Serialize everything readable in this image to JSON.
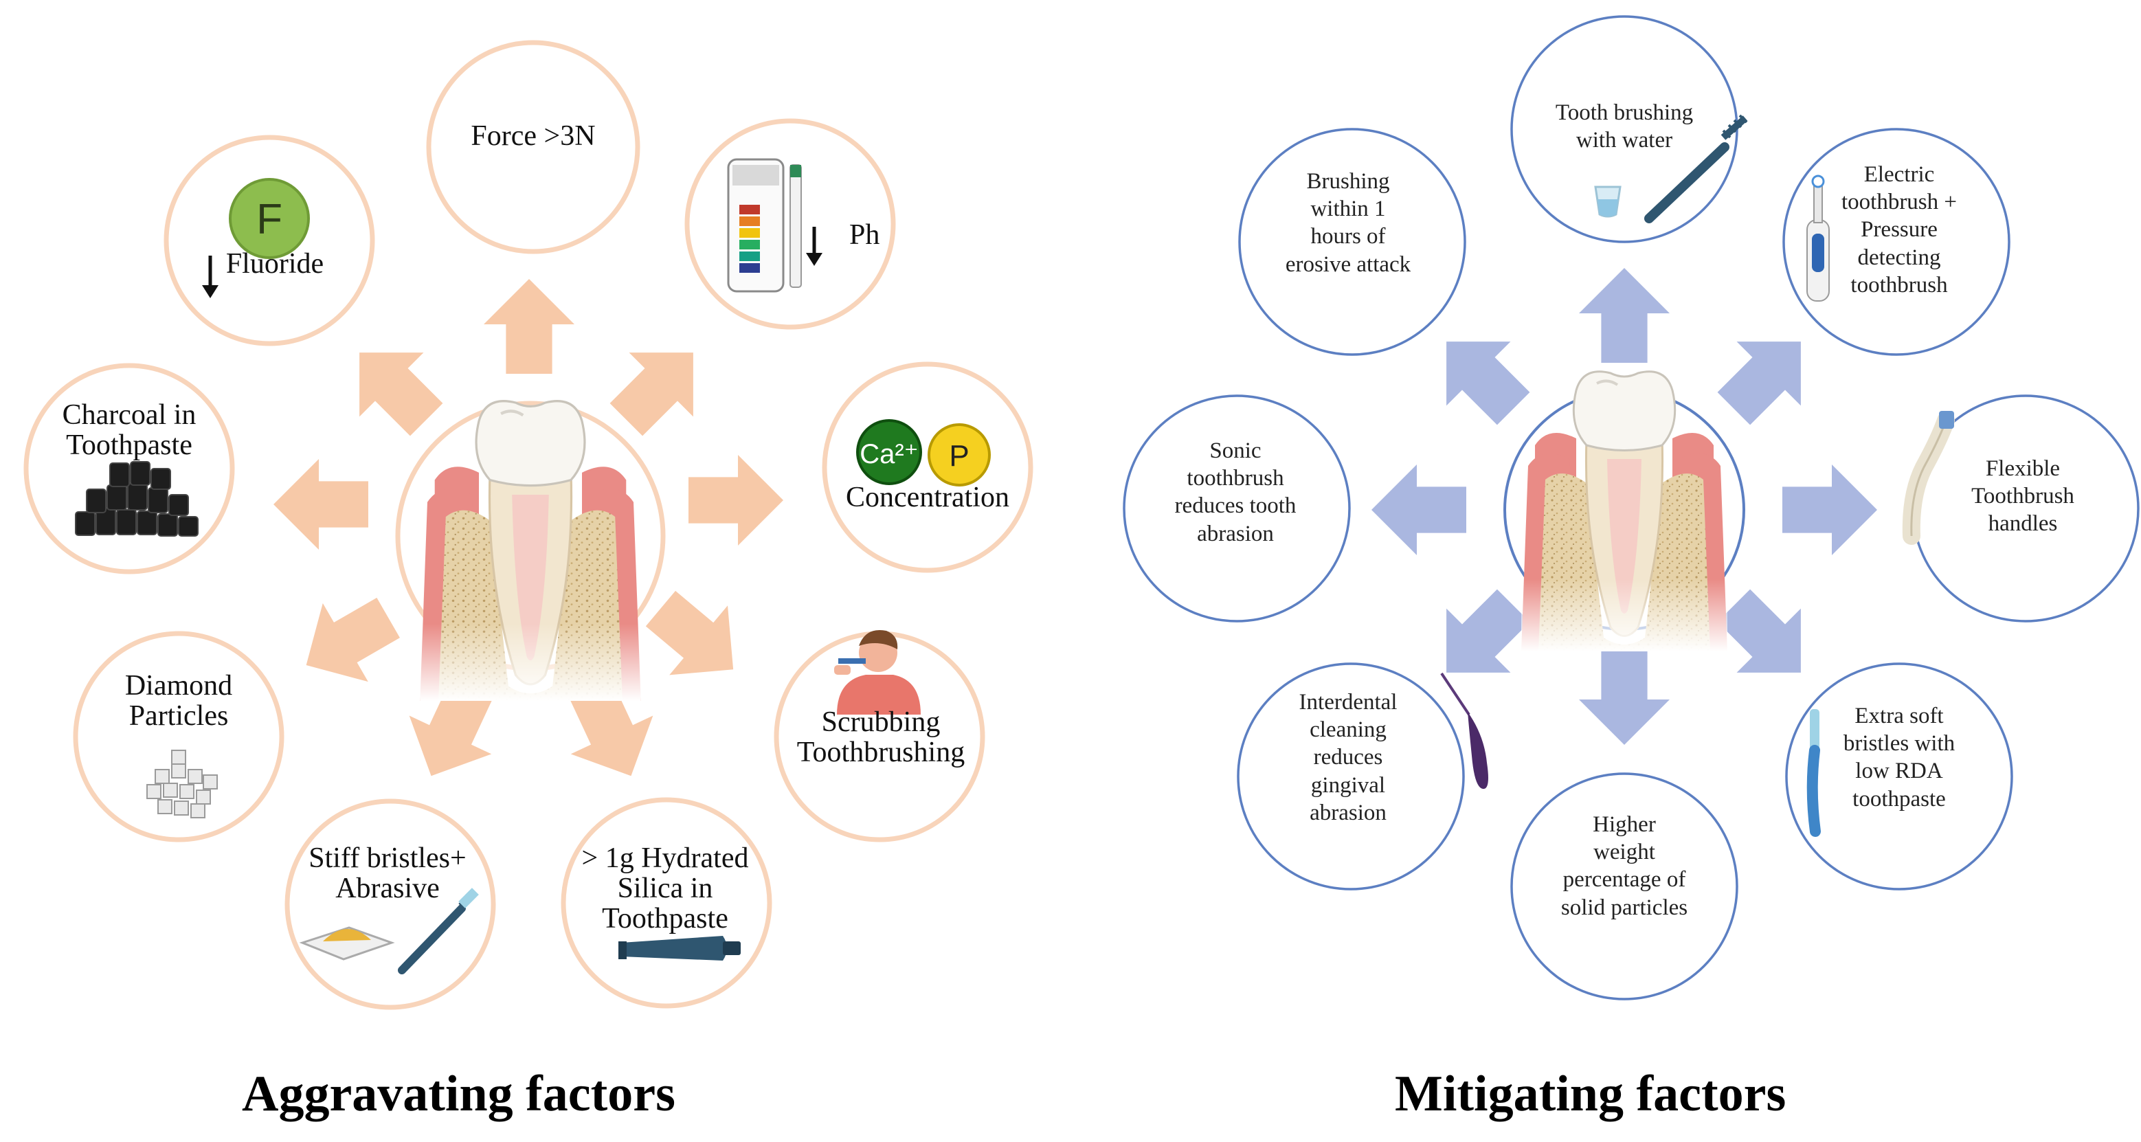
{
  "colors": {
    "aggravating_circle": "#f8d4ba",
    "aggravating_arrow": "#f7c9a8",
    "mitigating_circle": "#5c7fc2",
    "mitigating_arrow": "#aab7e0",
    "gum": "#ea8e8a",
    "bone": "#e3cda0",
    "tooth": "#f7f4ed"
  },
  "aggravating": {
    "caption": "Aggravating factors",
    "nodes": [
      {
        "lines": [
          "Force >3N"
        ],
        "icon": "none"
      },
      {
        "lines": [
          "Ph"
        ],
        "icon": "ph-strip-icon"
      },
      {
        "lines": [
          "Concentration"
        ],
        "icon": "calcium-phosphate-icon",
        "badges": [
          "Ca²⁺",
          "P"
        ]
      },
      {
        "lines": [
          "Scrubbing",
          "Toothbrushing"
        ],
        "icon": "person-brushing-icon"
      },
      {
        "lines": [
          "> 1g Hydrated",
          "Silica in",
          "Toothpaste"
        ],
        "icon": "toothpaste-tube-icon"
      },
      {
        "lines": [
          "Stiff bristles+",
          "Abrasive"
        ],
        "icon": "toothbrush-abrasive-icon"
      },
      {
        "lines": [
          "Diamond",
          "Particles"
        ],
        "icon": "diamond-particles-icon"
      },
      {
        "lines": [
          "Charcoal in",
          "Toothpaste"
        ],
        "icon": "charcoal-icon"
      },
      {
        "lines": [
          "Fluoride"
        ],
        "icon": "fluoride-icon",
        "badges": [
          "F"
        ]
      }
    ]
  },
  "mitigating": {
    "caption": "Mitigating factors",
    "nodes": [
      {
        "lines": [
          "Tooth brushing",
          "with water"
        ],
        "icon": "toothbrush-water-icon"
      },
      {
        "lines": [
          "Electric",
          "toothbrush +",
          "Pressure",
          "detecting",
          "toothbrush"
        ],
        "icon": "electric-toothbrush-icon"
      },
      {
        "lines": [
          "Flexible",
          "Toothbrush",
          "handles"
        ],
        "icon": "flexible-handle-icon"
      },
      {
        "lines": [
          "Extra soft",
          "bristles with",
          "low RDA",
          "toothpaste"
        ],
        "icon": "soft-toothbrush-icon"
      },
      {
        "lines": [
          "Higher",
          "weight",
          "percentage of",
          "solid particles"
        ],
        "icon": "none"
      },
      {
        "lines": [
          "Interdental",
          "cleaning",
          "reduces",
          "gingival",
          "abrasion"
        ],
        "icon": "interdental-brush-icon"
      },
      {
        "lines": [
          "Sonic",
          "toothbrush",
          "reduces tooth",
          "abrasion"
        ],
        "icon": "none"
      },
      {
        "lines": [
          "Brushing",
          "within 1",
          "hours of",
          "erosive attack"
        ],
        "icon": "none"
      }
    ]
  }
}
